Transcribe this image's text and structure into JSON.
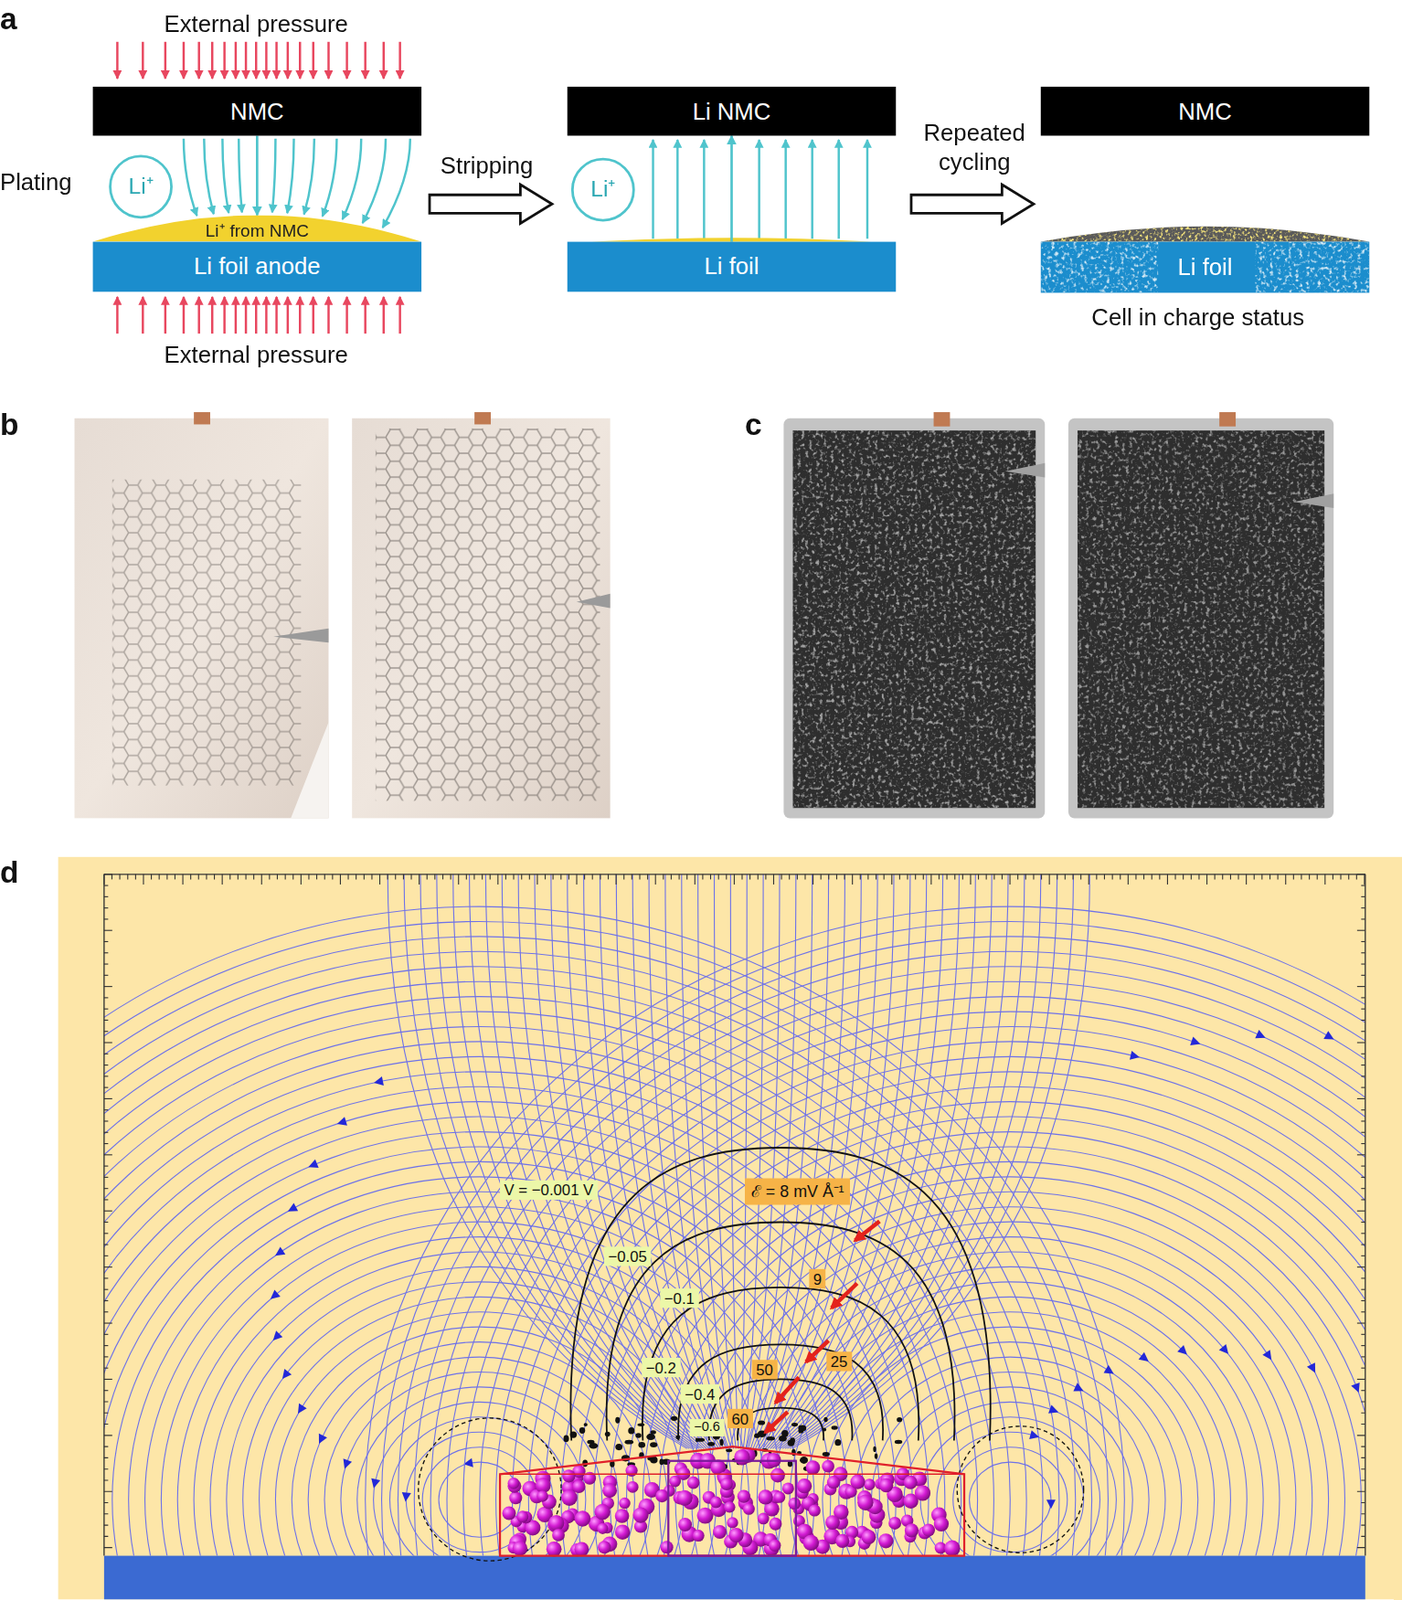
{
  "diagram": {
    "nodes": [
      {
        "text": [
          "NMC"
        ]
      },
      {
        "text": [
          "Li⁺"
        ]
      },
      {
        "text": [
          "Li⁺ from NMC"
        ]
      },
      {
        "text": [
          "Li foil anode"
        ]
      },
      {
        "text": [
          "Li NMC"
        ]
      },
      {
        "text": [
          "Li⁺"
        ]
      },
      {
        "text": [
          "Li foil"
        ]
      },
      {
        "text": [
          "NMC"
        ]
      },
      {
        "text": [
          "Li foil"
        ]
      },
      {
        "text": [
          "V = −0.001 V"
        ]
      },
      {
        "text": [
          "−0.05"
        ]
      },
      {
        "text": [
          "−0.1"
        ]
      },
      {
        "text": [
          "−0.2"
        ]
      },
      {
        "text": [
          "−0.4"
        ]
      },
      {
        "text": [
          "−0.6"
        ]
      },
      {
        "text": [
          "ℰ = 8 mV Å⁻¹"
        ]
      },
      {
        "text": [
          "9"
        ]
      },
      {
        "text": [
          "25"
        ]
      },
      {
        "text": [
          "50"
        ]
      },
      {
        "text": [
          "60"
        ]
      }
    ],
    "edges": [
      {
        "from": 0,
        "to": 2,
        "arrow": "to"
      },
      {
        "from": 6,
        "to": 4,
        "arrow": "to"
      }
    ],
    "labels": [
      "a",
      "External pressure",
      "Plating",
      "Stripping",
      "Repeated cycling",
      "Cell in charge status",
      "External pressure",
      "b",
      "c",
      "d"
    ]
  }
}
